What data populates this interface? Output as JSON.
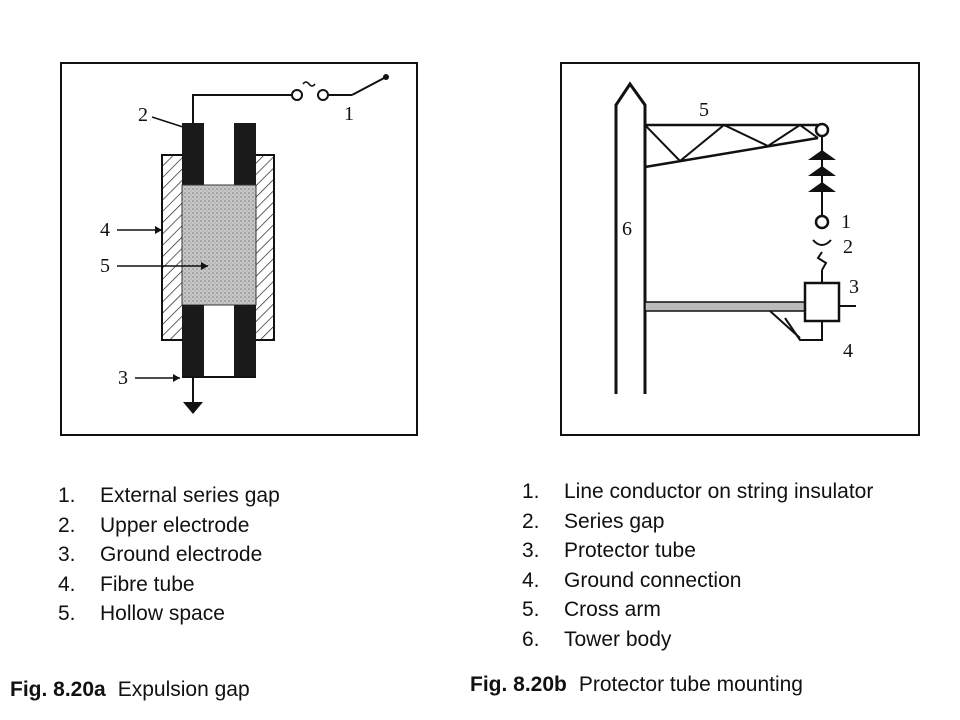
{
  "figure_a": {
    "callouts": [
      "1",
      "2",
      "3",
      "4",
      "5"
    ],
    "legend": [
      {
        "num": "1.",
        "text": "External series gap"
      },
      {
        "num": "2.",
        "text": "Upper electrode"
      },
      {
        "num": "3.",
        "text": "Ground electrode"
      },
      {
        "num": "4.",
        "text": "Fibre tube"
      },
      {
        "num": "5.",
        "text": "Hollow space"
      }
    ],
    "caption_number": "Fig. 8.20a",
    "caption_title": "Expulsion gap"
  },
  "figure_b": {
    "callouts": [
      "1",
      "2",
      "3",
      "4",
      "5",
      "6"
    ],
    "legend": [
      {
        "num": "1.",
        "text": "Line conductor on string insulator"
      },
      {
        "num": "2.",
        "text": "Series gap"
      },
      {
        "num": "3.",
        "text": "Protector tube"
      },
      {
        "num": "4.",
        "text": "Ground connection"
      },
      {
        "num": "5.",
        "text": "Cross arm"
      },
      {
        "num": "6.",
        "text": "Tower body"
      }
    ],
    "caption_number": "Fig. 8.20b",
    "caption_title": "Protector tube mounting"
  }
}
